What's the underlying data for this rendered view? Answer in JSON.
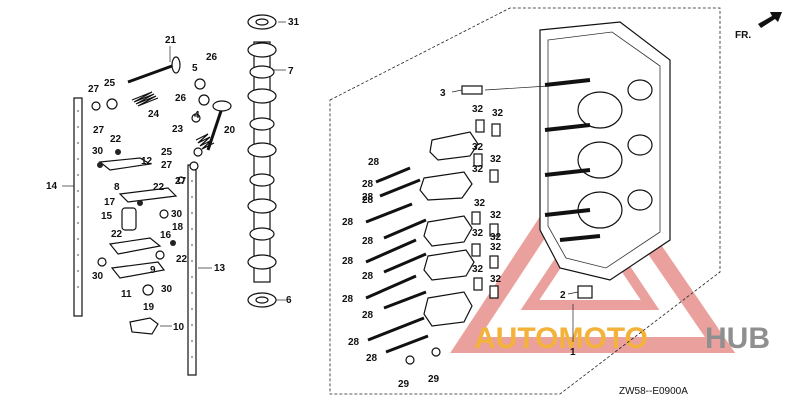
{
  "direction_label": "FR.",
  "diagram_code": "ZW58--E0900A",
  "watermark": {
    "primary": "AUTOMOTO",
    "secondary": "HUB",
    "primary_color": "#f3b23a",
    "secondary_color": "#8f8f8f",
    "triangle_color": "#d9534f"
  },
  "callouts": [
    "1",
    "2",
    "3",
    "4",
    "5",
    "6",
    "7",
    "8",
    "9",
    "10",
    "11",
    "12",
    "13",
    "14",
    "15",
    "16",
    "17",
    "18",
    "19",
    "20",
    "21",
    "22",
    "23",
    "24",
    "25",
    "26",
    "27",
    "28",
    "29",
    "30",
    "31",
    "32"
  ],
  "labels": {
    "p21": "21",
    "p26a": "26",
    "p5": "5",
    "p7": "7",
    "p31": "31",
    "p27a": "27",
    "p25a": "25",
    "p26b": "26",
    "p24": "24",
    "p4": "4",
    "p20": "20",
    "p23": "23",
    "p27b": "27",
    "p22a": "22",
    "p30a": "30",
    "p12": "12",
    "p25b": "25",
    "p27c": "27",
    "p27d": "27",
    "p14": "14",
    "p8": "8",
    "p22b": "22",
    "p17": "17",
    "p15": "15",
    "p30b": "30",
    "p18": "18",
    "p22c": "22",
    "p16": "16",
    "p22d": "22",
    "p9": "9",
    "p30c": "30",
    "p13": "13",
    "p11": "11",
    "p30d": "30",
    "p19": "19",
    "p10": "10",
    "p6": "6",
    "p3": "3",
    "p32a": "32",
    "p32b": "32",
    "p32c": "32",
    "p32d": "32",
    "p32e": "32",
    "p32f": "32",
    "p32g": "32",
    "p32h": "32",
    "p32i": "32",
    "p32j": "32",
    "p32k": "32",
    "p32l": "32",
    "p28a": "28",
    "p28b": "28",
    "p28c": "28",
    "p28d": "28",
    "p28e": "28",
    "p28f": "28",
    "p28g": "28",
    "p28h": "28",
    "p28i": "28",
    "p28j": "28",
    "p28k": "28",
    "p28l": "28",
    "p2": "2",
    "p1": "1",
    "p29a": "29",
    "p29b": "29"
  }
}
